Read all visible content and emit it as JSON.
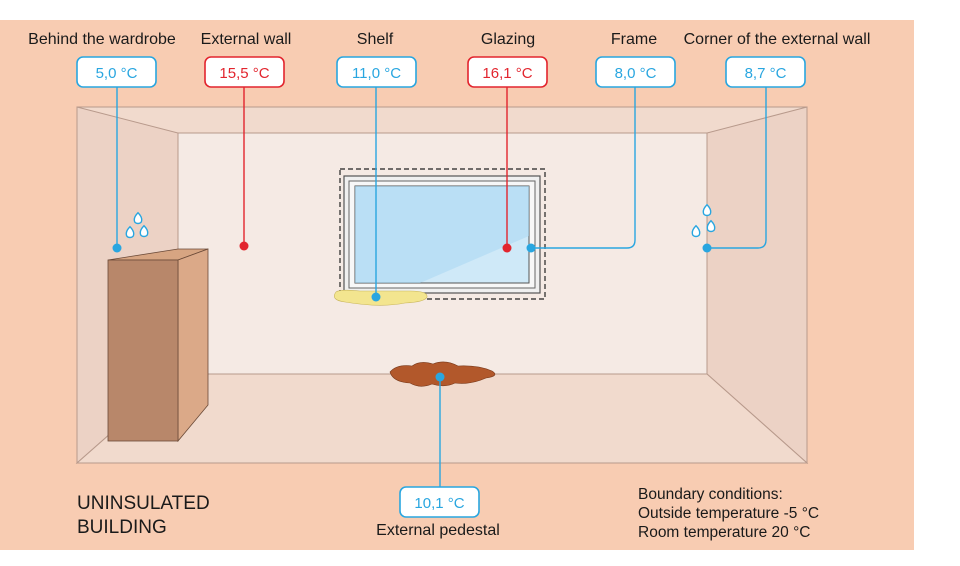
{
  "diagram": {
    "colors": {
      "background": "#f8ccb2",
      "room_back_wall": "#f5eae4",
      "room_floor": "#f1dacd",
      "room_side_wall": "#ecd2c5",
      "cold_blue": "#29a6e0",
      "warm_red": "#e2252e",
      "glass": "#cfe9f8",
      "shelf_stain": "#f3e58f",
      "floor_stain": "#b2582b",
      "wardrobe_front": "#b8876a",
      "wardrobe_side": "#dba988"
    },
    "labels": {
      "behind_wardrobe": "Behind the wardrobe",
      "external_wall": "External wall",
      "shelf": "Shelf",
      "glazing": "Glazing",
      "frame": "Frame",
      "corner": "Corner of the external wall",
      "pedestal": "External pedestal"
    },
    "readings": {
      "behind_wardrobe": "5,0 °C",
      "external_wall": "15,5 °C",
      "shelf": "11,0 °C",
      "glazing": "16,1 °C",
      "frame": "8,0 °C",
      "corner": "8,7 °C",
      "pedestal": "10,1 °C"
    },
    "building_type": {
      "line1": "UNINSULATED",
      "line2": "BUILDING"
    },
    "boundary": {
      "title": "Boundary conditions:",
      "outside": "Outside temperature -5 °C",
      "room": "Room temperature 20 °C"
    }
  }
}
